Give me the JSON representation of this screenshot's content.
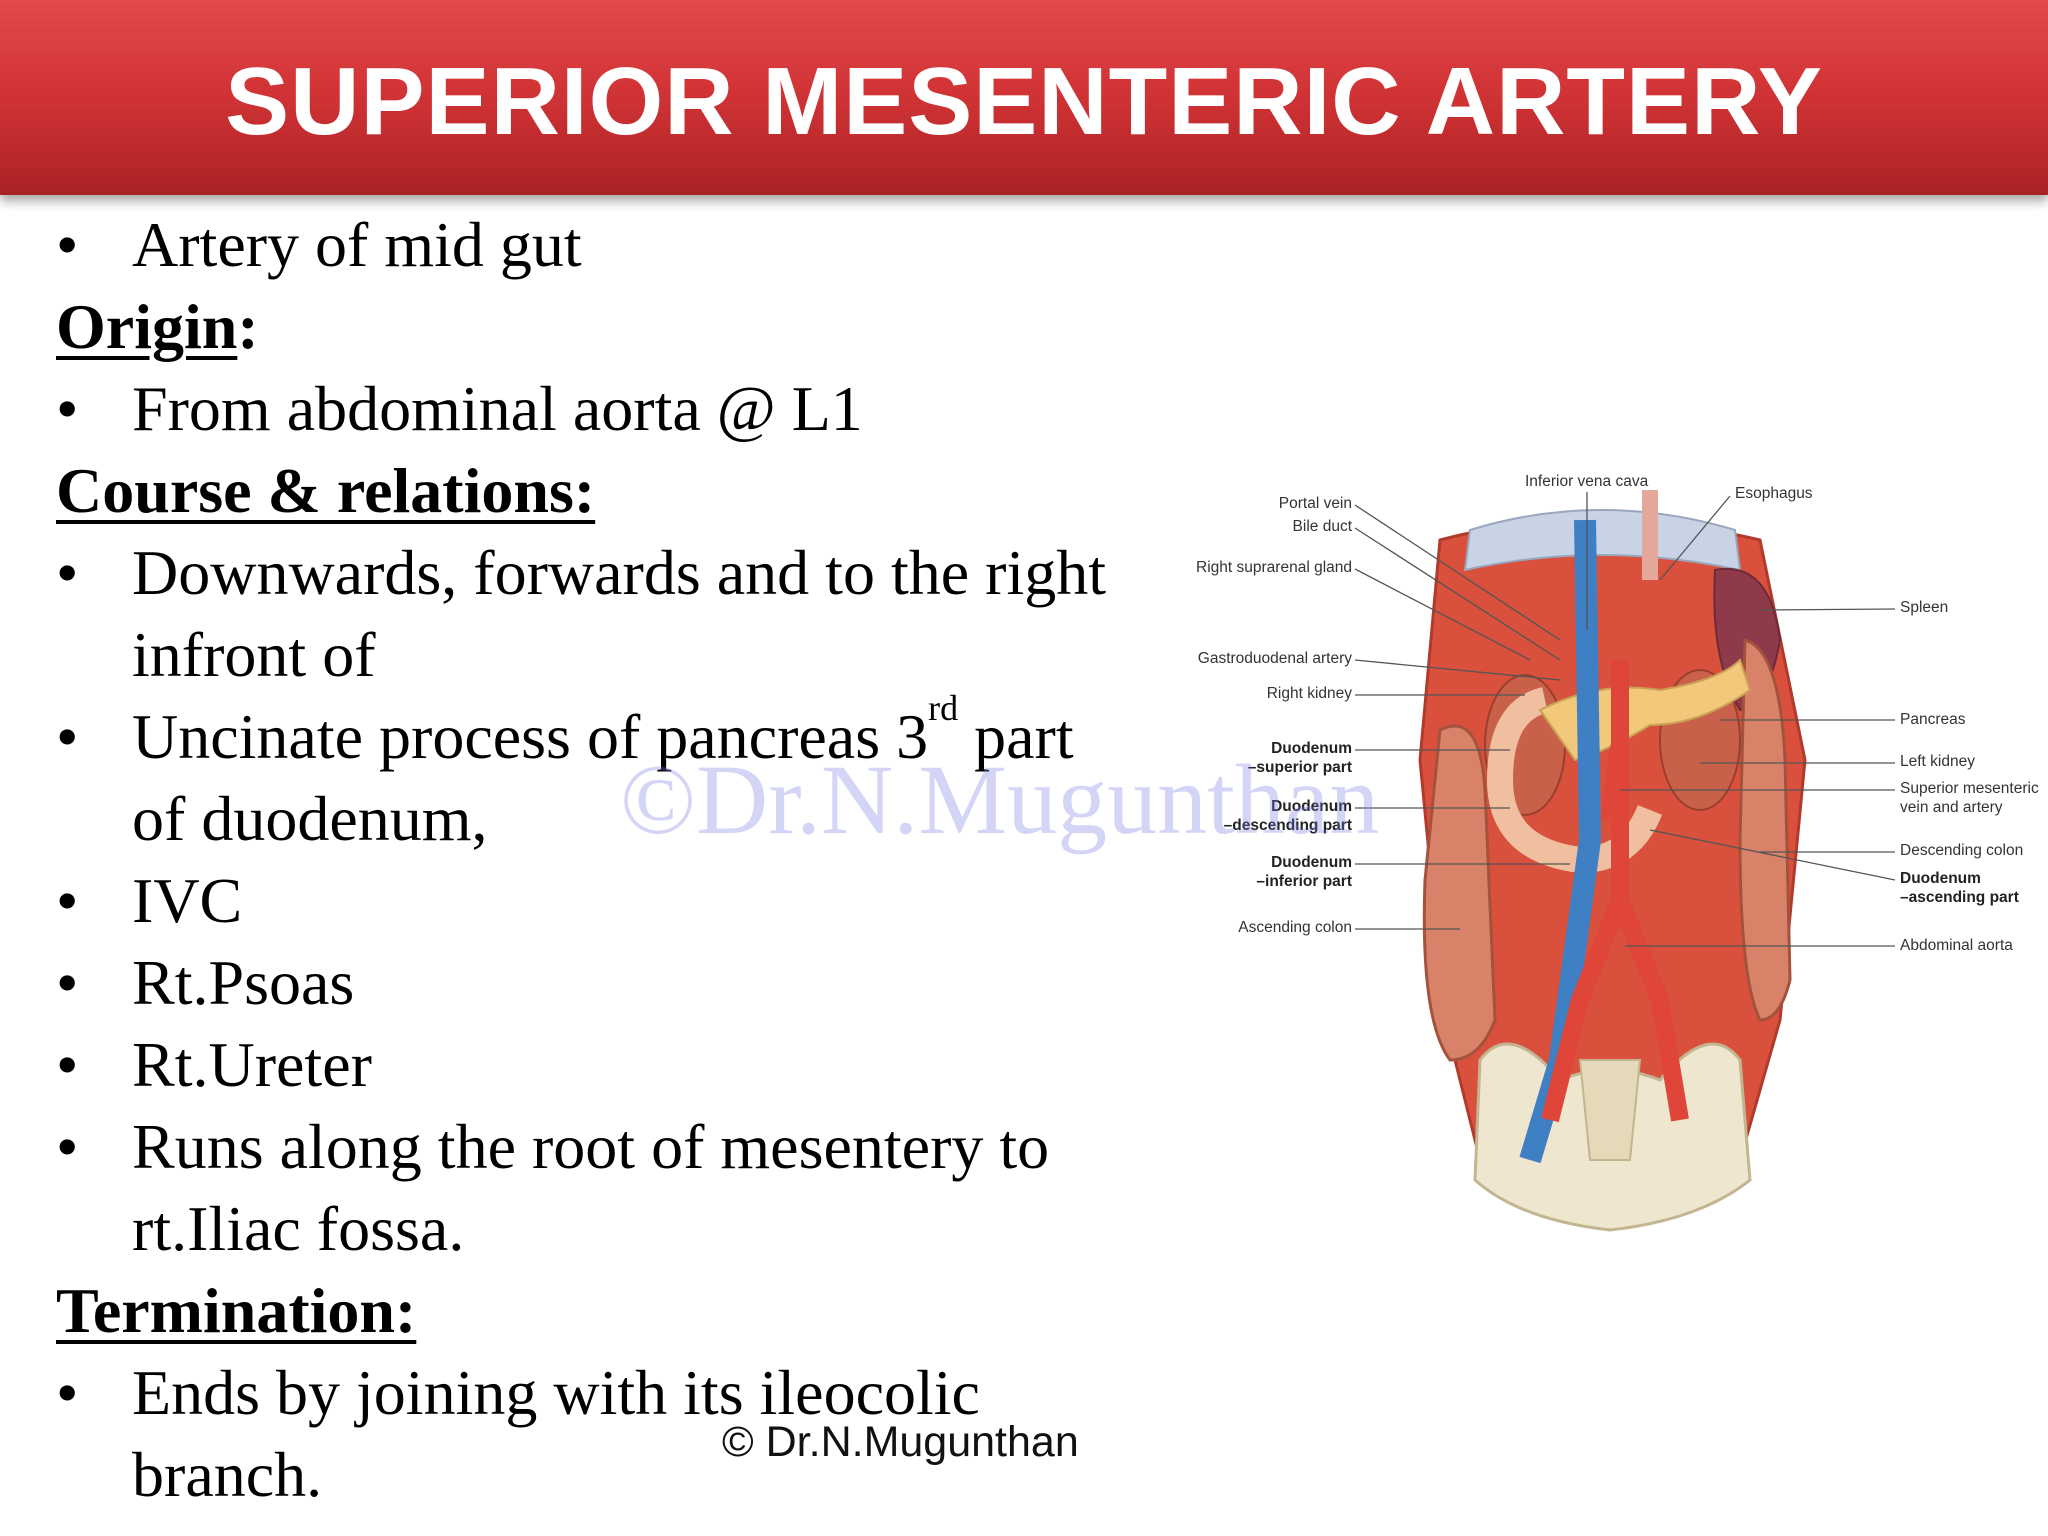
{
  "title": "SUPERIOR MESENTERIC ARTERY",
  "bullet_glyph": "•",
  "text": {
    "artery_mid_gut": "Artery of mid gut",
    "origin_heading": "Origin",
    "origin_colon": ":",
    "origin_item": "From abdominal aorta @ L1",
    "course_heading": "Course & relations:",
    "course_item1_line1": "Downwards, forwards and to the right",
    "course_item1_line2": "infront of",
    "course_item2_a": "Uncinate process of pancreas 3",
    "course_item2_sup": "rd",
    "course_item2_b": " part",
    "course_item2_line2": "of duodenum,",
    "course_item3": "IVC",
    "course_item4": "Rt.Psoas",
    "course_item5": "Rt.Ureter",
    "course_item6_line1": "Runs along the root of mesentery to",
    "course_item6_line2": "rt.Iliac fossa.",
    "termination_heading": "Termination:",
    "termination_line1": "Ends by joining with its ileocolic",
    "termination_line2": "branch."
  },
  "watermark": "©Dr.N.Mugunthan",
  "copyright": "© Dr.N.Mugunthan",
  "figure_labels": {
    "inferior_vena_cava": "Inferior vena cava",
    "esophagus": "Esophagus",
    "portal_vein": "Portal vein",
    "bile_duct": "Bile duct",
    "right_suprarenal_gland": "Right suprarenal gland",
    "spleen": "Spleen",
    "gastroduodenal_artery": "Gastroduodenal artery",
    "right_kidney": "Right kidney",
    "pancreas": "Pancreas",
    "duodenum_superior_1": "Duodenum",
    "duodenum_superior_2": "–superior part",
    "left_kidney": "Left kidney",
    "sma_1": "Superior mesenteric",
    "sma_2": "vein and artery",
    "duodenum_descending_1": "Duodenum",
    "duodenum_descending_2": "–descending part",
    "descending_colon": "Descending colon",
    "duodenum_inferior_1": "Duodenum",
    "duodenum_inferior_2": "–inferior part",
    "duodenum_ascending_1": "Duodenum",
    "duodenum_ascending_2": "–ascending part",
    "ascending_colon": "Ascending colon",
    "abdominal_aorta": "Abdominal aorta"
  },
  "colors": {
    "title_bar": "#d23436",
    "title_text": "#ffffff",
    "watermark": "#7878e6",
    "muscle": "#d9503c",
    "artery": "#e0453a",
    "vein": "#3f7fc4",
    "pancreas": "#f2c87a",
    "bone": "#efe6cf"
  }
}
